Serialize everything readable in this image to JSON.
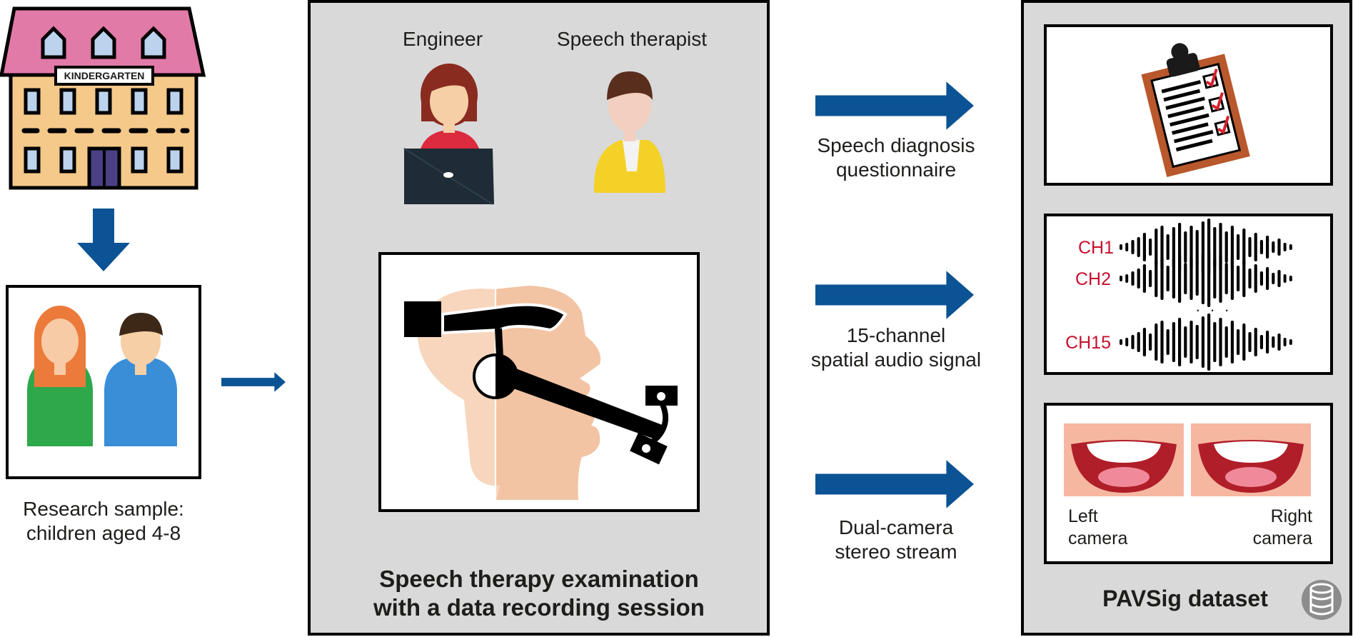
{
  "colors": {
    "arrow": "#0b5394",
    "panel_bg": "#d9d9d9",
    "roof": "#e27aa8",
    "building": "#f5c98a",
    "channel_label": "#c8102e"
  },
  "icons": [
    "kindergarten-building-icon",
    "children-icon",
    "engineer-icon",
    "speech-therapist-icon",
    "headset-recorder-icon",
    "clipboard-checklist-icon",
    "audio-waveform-icon",
    "mouth-icon",
    "database-icon",
    "arrow-icon"
  ],
  "left": {
    "building_sign": "KINDERGARTEN",
    "sample_caption_line1": "Research sample:",
    "sample_caption_line2": "children aged 4-8"
  },
  "middle": {
    "engineer_label": "Engineer",
    "therapist_label": "Speech therapist",
    "title_line1": "Speech therapy examination",
    "title_line2": "with a data recording session"
  },
  "flows": [
    {
      "line1": "Speech diagnosis",
      "line2": "questionnaire"
    },
    {
      "line1": "15-channel",
      "line2": "spatial audio signal"
    },
    {
      "line1": "Dual-camera",
      "line2": "stereo stream"
    }
  ],
  "right": {
    "channels": [
      "CH1",
      "CH2",
      "CH15"
    ],
    "ellipsis": ". . .",
    "left_camera_line1": "Left",
    "left_camera_line2": "camera",
    "right_camera_line1": "Right",
    "right_camera_line2": "camera",
    "dataset_title": "PAVSig dataset"
  }
}
